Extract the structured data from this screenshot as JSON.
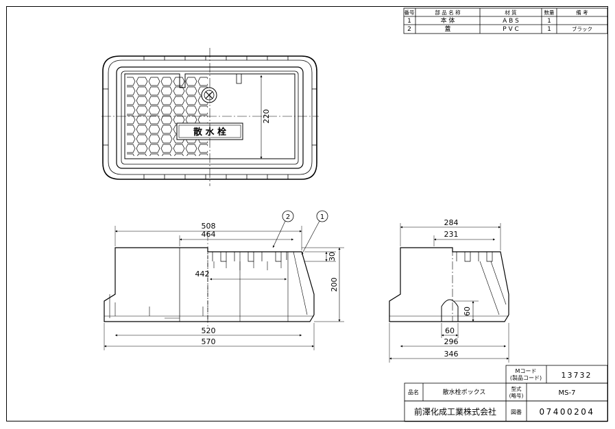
{
  "parts_table": {
    "headers": [
      "番号",
      "部 品 名 称",
      "材 質",
      "数量",
      "備 考"
    ],
    "rows": [
      [
        "1",
        "本 体",
        "A B S",
        "1",
        ""
      ],
      [
        "2",
        "蓋",
        "P V C",
        "1",
        "ブラック"
      ]
    ]
  },
  "top_view": {
    "lid_text": "散 水 栓",
    "dim_220": "220"
  },
  "front_view": {
    "dims": {
      "d508": "508",
      "d464": "464",
      "d442": "442",
      "d30": "30",
      "d200": "200",
      "d520": "520",
      "d570": "570"
    },
    "callouts": [
      "2",
      "1"
    ]
  },
  "side_view": {
    "dims": {
      "d284": "284",
      "d231": "231",
      "d60h": "60",
      "d60w": "60",
      "d296": "296",
      "d346": "346"
    }
  },
  "title_block": {
    "mcode_label_1": "Mコード",
    "mcode_label_2": "(製品コード)",
    "mcode_value": "13732",
    "name_label": "品名",
    "name_value": "散水栓ボックス",
    "model_label_1": "型式",
    "model_label_2": "(略号)",
    "model_value": "MS-7",
    "company": "前澤化成工業株式会社",
    "drawing_no_label": "図番",
    "drawing_no_value": "07400204"
  }
}
